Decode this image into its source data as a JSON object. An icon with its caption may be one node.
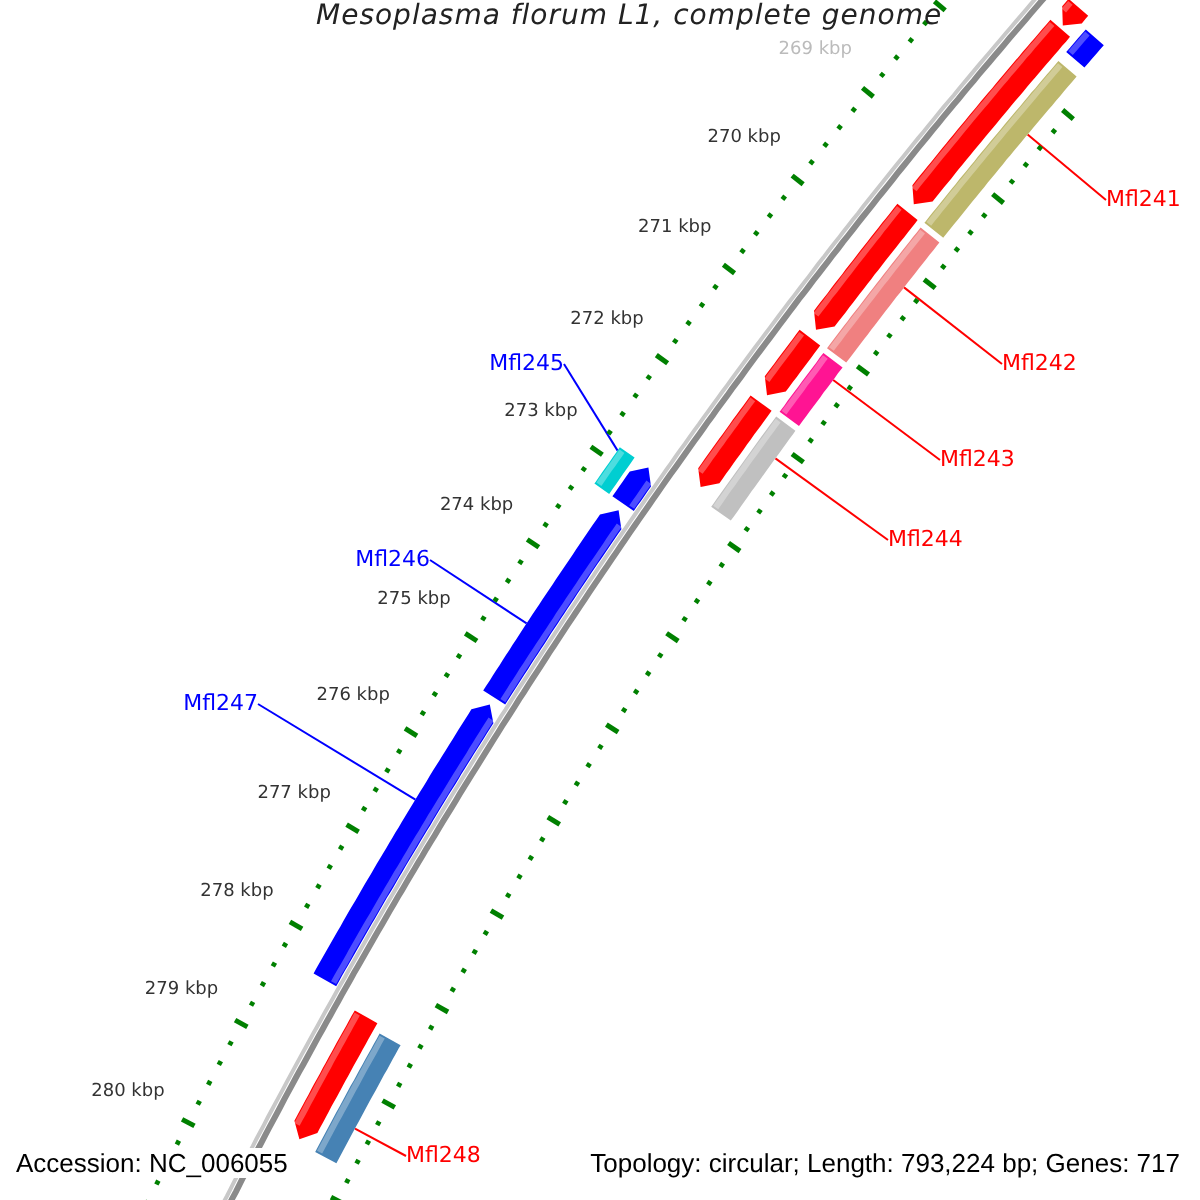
{
  "diagram": {
    "title": "Mesoplasma florum L1, complete genome",
    "nodes": [
      {
        "text": [
          "Mfl241"
        ]
      },
      {
        "text": [
          "Mfl242"
        ]
      },
      {
        "text": [
          "Mfl245"
        ]
      },
      {
        "text": [
          "Mfl243"
        ]
      },
      {
        "text": [
          "Mfl246"
        ]
      },
      {
        "text": [
          "Mfl244"
        ]
      },
      {
        "text": [
          "Mfl247"
        ]
      },
      {
        "text": [
          "Mfl248"
        ]
      },
      {
        "text": [],
        "shape": "bar"
      },
      {
        "text": [],
        "shape": "bar"
      },
      {
        "text": [],
        "shape": "bar"
      },
      {
        "text": [],
        "shape": "bar"
      },
      {
        "text": [],
        "shape": "arrow"
      },
      {
        "text": [],
        "shape": "bar"
      },
      {
        "text": [],
        "shape": "arrow"
      },
      {
        "text": [],
        "shape": "bar"
      },
      {
        "text": [],
        "shape": "arrow"
      },
      {
        "text": [],
        "shape": "arrow"
      },
      {
        "text": [],
        "shape": "arrow"
      },
      {
        "text": [],
        "shape": "arrow"
      },
      {
        "text": [],
        "shape": "arrow"
      },
      {
        "text": [],
        "shape": "arrow"
      },
      {
        "text": [],
        "shape": "bar"
      },
      {
        "text": [],
        "shape": "arrow"
      }
    ],
    "edges": [
      {
        "from": 0,
        "to": 8,
        "arrow": "none"
      },
      {
        "from": 1,
        "to": 9,
        "arrow": "none"
      },
      {
        "from": 2,
        "to": 10,
        "arrow": "none",
        "color": "#0000ff"
      },
      {
        "from": 3,
        "to": 11,
        "arrow": "none"
      },
      {
        "from": 4,
        "to": 12,
        "arrow": "none",
        "color": "#0000ff"
      },
      {
        "from": 5,
        "to": 13,
        "arrow": "none"
      },
      {
        "from": 6,
        "to": 14,
        "arrow": "none",
        "color": "#0000ff"
      },
      {
        "from": 7,
        "to": 15,
        "arrow": "none"
      }
    ],
    "labels": [
      "269 kbp",
      "270 kbp",
      "271 kbp",
      "272 kbp",
      "273 kbp",
      "274 kbp",
      "275 kbp",
      "276 kbp",
      "277 kbp",
      "278 kbp",
      "279 kbp",
      "280 kbp",
      "Accession: NC_006055",
      "Topology: circular; Length: 793,224 bp; Genes: 717"
    ]
  }
}
